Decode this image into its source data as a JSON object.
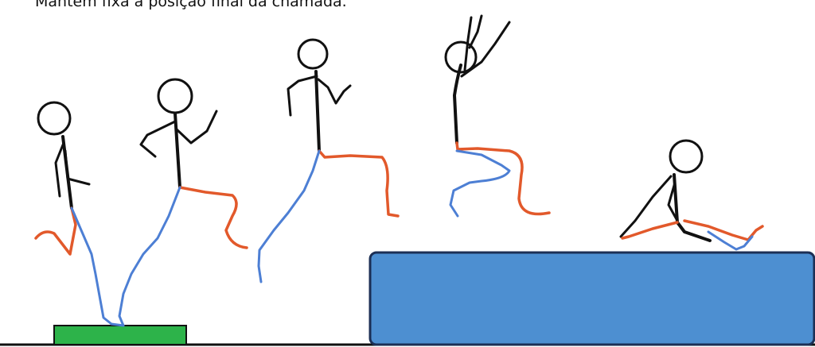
{
  "caption": "Mantém fixa a posição final da chamada.",
  "colors": {
    "springboard": "#2db34a",
    "mat": "#4d8fd1",
    "mat_border": "#1c2f55",
    "leg_front": "#e2592b",
    "leg_back": "#4d7fd4",
    "body": "#111111"
  },
  "figures": [
    "figure-takeoff",
    "figure-stride",
    "figure-flight",
    "figure-arms-up",
    "figure-landed-sitting"
  ]
}
